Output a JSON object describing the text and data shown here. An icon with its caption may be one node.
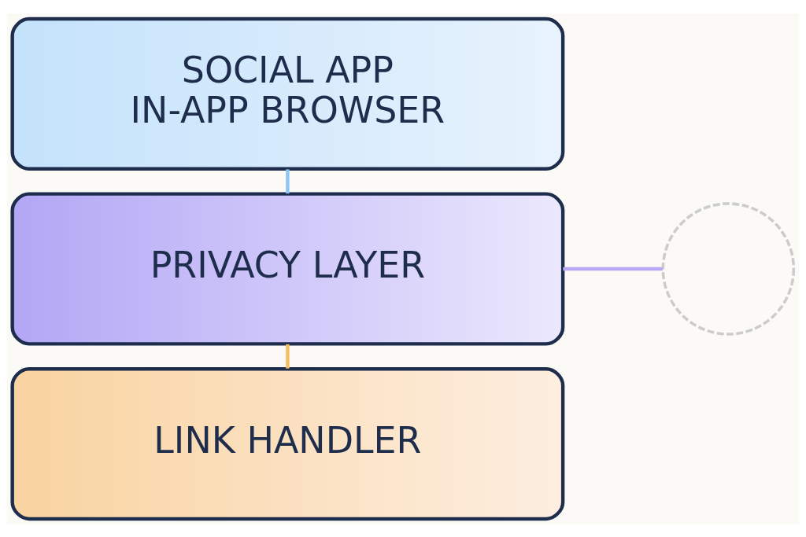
{
  "diagram": {
    "nodes": [
      {
        "text": [
          "SOCIAL APP",
          "IN-APP BROWSER"
        ]
      },
      {
        "text": [
          "PRIVACY LAYER"
        ]
      },
      {
        "text": [
          "LINK HANDLER"
        ]
      },
      {
        "text": [],
        "shape": "circle"
      }
    ],
    "edges": [
      {
        "from": 0,
        "to": 1,
        "arrow": "none",
        "color": "#8ec5f5"
      },
      {
        "from": 1,
        "to": 2,
        "arrow": "none",
        "color": "#f5c060"
      },
      {
        "from": 1,
        "to": 3,
        "arrow": "none",
        "color": "#b8a8f5"
      }
    ]
  }
}
